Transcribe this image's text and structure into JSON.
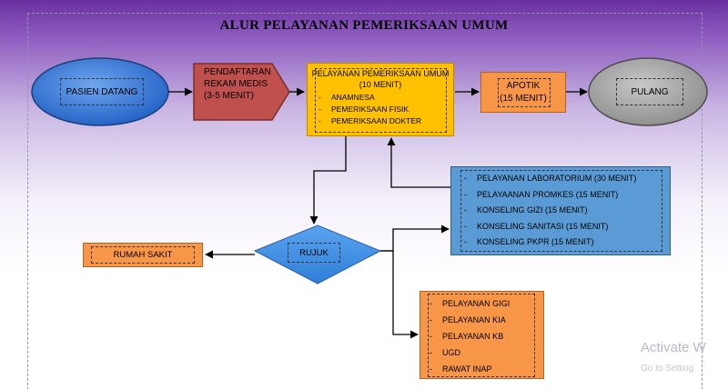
{
  "title": "ALUR PELAYANAN PEMERIKSAAN UMUM",
  "nodes": {
    "pasien_datang": "PASIEN DATANG",
    "pendaftaran": [
      "PENDAFTARAN",
      "REKAM MEDIS",
      "(3-5 MENIT)"
    ],
    "pemeriksaan_umum": {
      "title": "PELAYANAN PEMERIKSAAN UMUM",
      "duration": "(10 MENIT)",
      "items": [
        "ANAMNESA",
        "PEMERIKSAAN FISIK",
        "PEMERIKSAAN DOKTER"
      ]
    },
    "apotik": [
      "APOTIK",
      "(15 MENIT)"
    ],
    "pulang": "PULANG",
    "penunjang": {
      "items": [
        "PELAYANAN LABORATORIUM (30 MENIT)",
        "PELAYAANAN PROMKES (15 MENIT)",
        "KONSELING GIZI (15 MENIT)",
        "KONSELING SANITASI (15 MENIT)",
        "KONSELING PKPR (15 MENIT)"
      ]
    },
    "rujuk": "RUJUK",
    "rumah_sakit": "RUMAH SAKIT",
    "pelayanan_lain": {
      "items": [
        "PELAYANAN GIGI",
        "PELAYANAN KIA",
        "PELAYANAN KB",
        "UGD",
        "RAWAT INAP"
      ]
    }
  },
  "watermark": {
    "line1": "Activate W",
    "line2": "Go to Setting"
  },
  "colors": {
    "pasien_fill": "#2e6fd0",
    "pendaftaran_fill": "#c0504d",
    "pemeriksaan_fill": "#ffc000",
    "apotik_fill": "#f79646",
    "pulang_fill": "#a6a6a6",
    "penunjang_fill": "#5b9bd5",
    "rujuk_fill": "#3c8ee6",
    "orange_fill": "#f79646"
  }
}
